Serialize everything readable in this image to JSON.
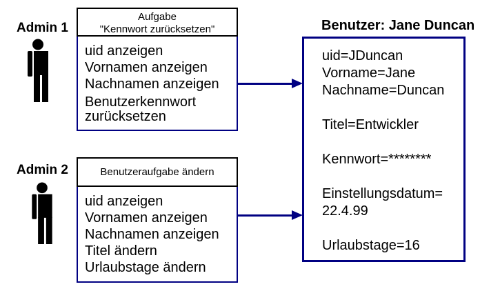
{
  "colors": {
    "accent_navy": "#000082",
    "header_border": "#000000",
    "background": "#ffffff",
    "text": "#000000"
  },
  "icons": {
    "admin1": "person-icon",
    "admin2": "person-icon"
  },
  "admin1": {
    "label": "Admin 1",
    "task_box": {
      "title_line1": "Aufgabe",
      "title_line2": "\"Kennwort zurücksetzen\"",
      "items": [
        "uid anzeigen",
        "Vornamen anzeigen",
        "Nachnamen anzeigen",
        "Benutzerkennwort zurücksetzen"
      ]
    }
  },
  "admin2": {
    "label": "Admin 2",
    "task_box": {
      "title_line1": "Benutzeraufgabe ändern",
      "items": [
        "uid anzeigen",
        "Vornamen anzeigen",
        "Nachnamen anzeigen",
        "Titel ändern",
        "Urlaubstage ändern"
      ]
    }
  },
  "user": {
    "heading": "Benutzer: Jane Duncan",
    "lines": [
      "uid=JDuncan",
      "Vorname=Jane",
      "Nachname=Duncan",
      "",
      "Titel=Entwickler",
      "",
      "Kennwort=********",
      "",
      "Einstellungsdatum=",
      "22.4.99",
      "",
      "Urlaubstage=16"
    ]
  }
}
